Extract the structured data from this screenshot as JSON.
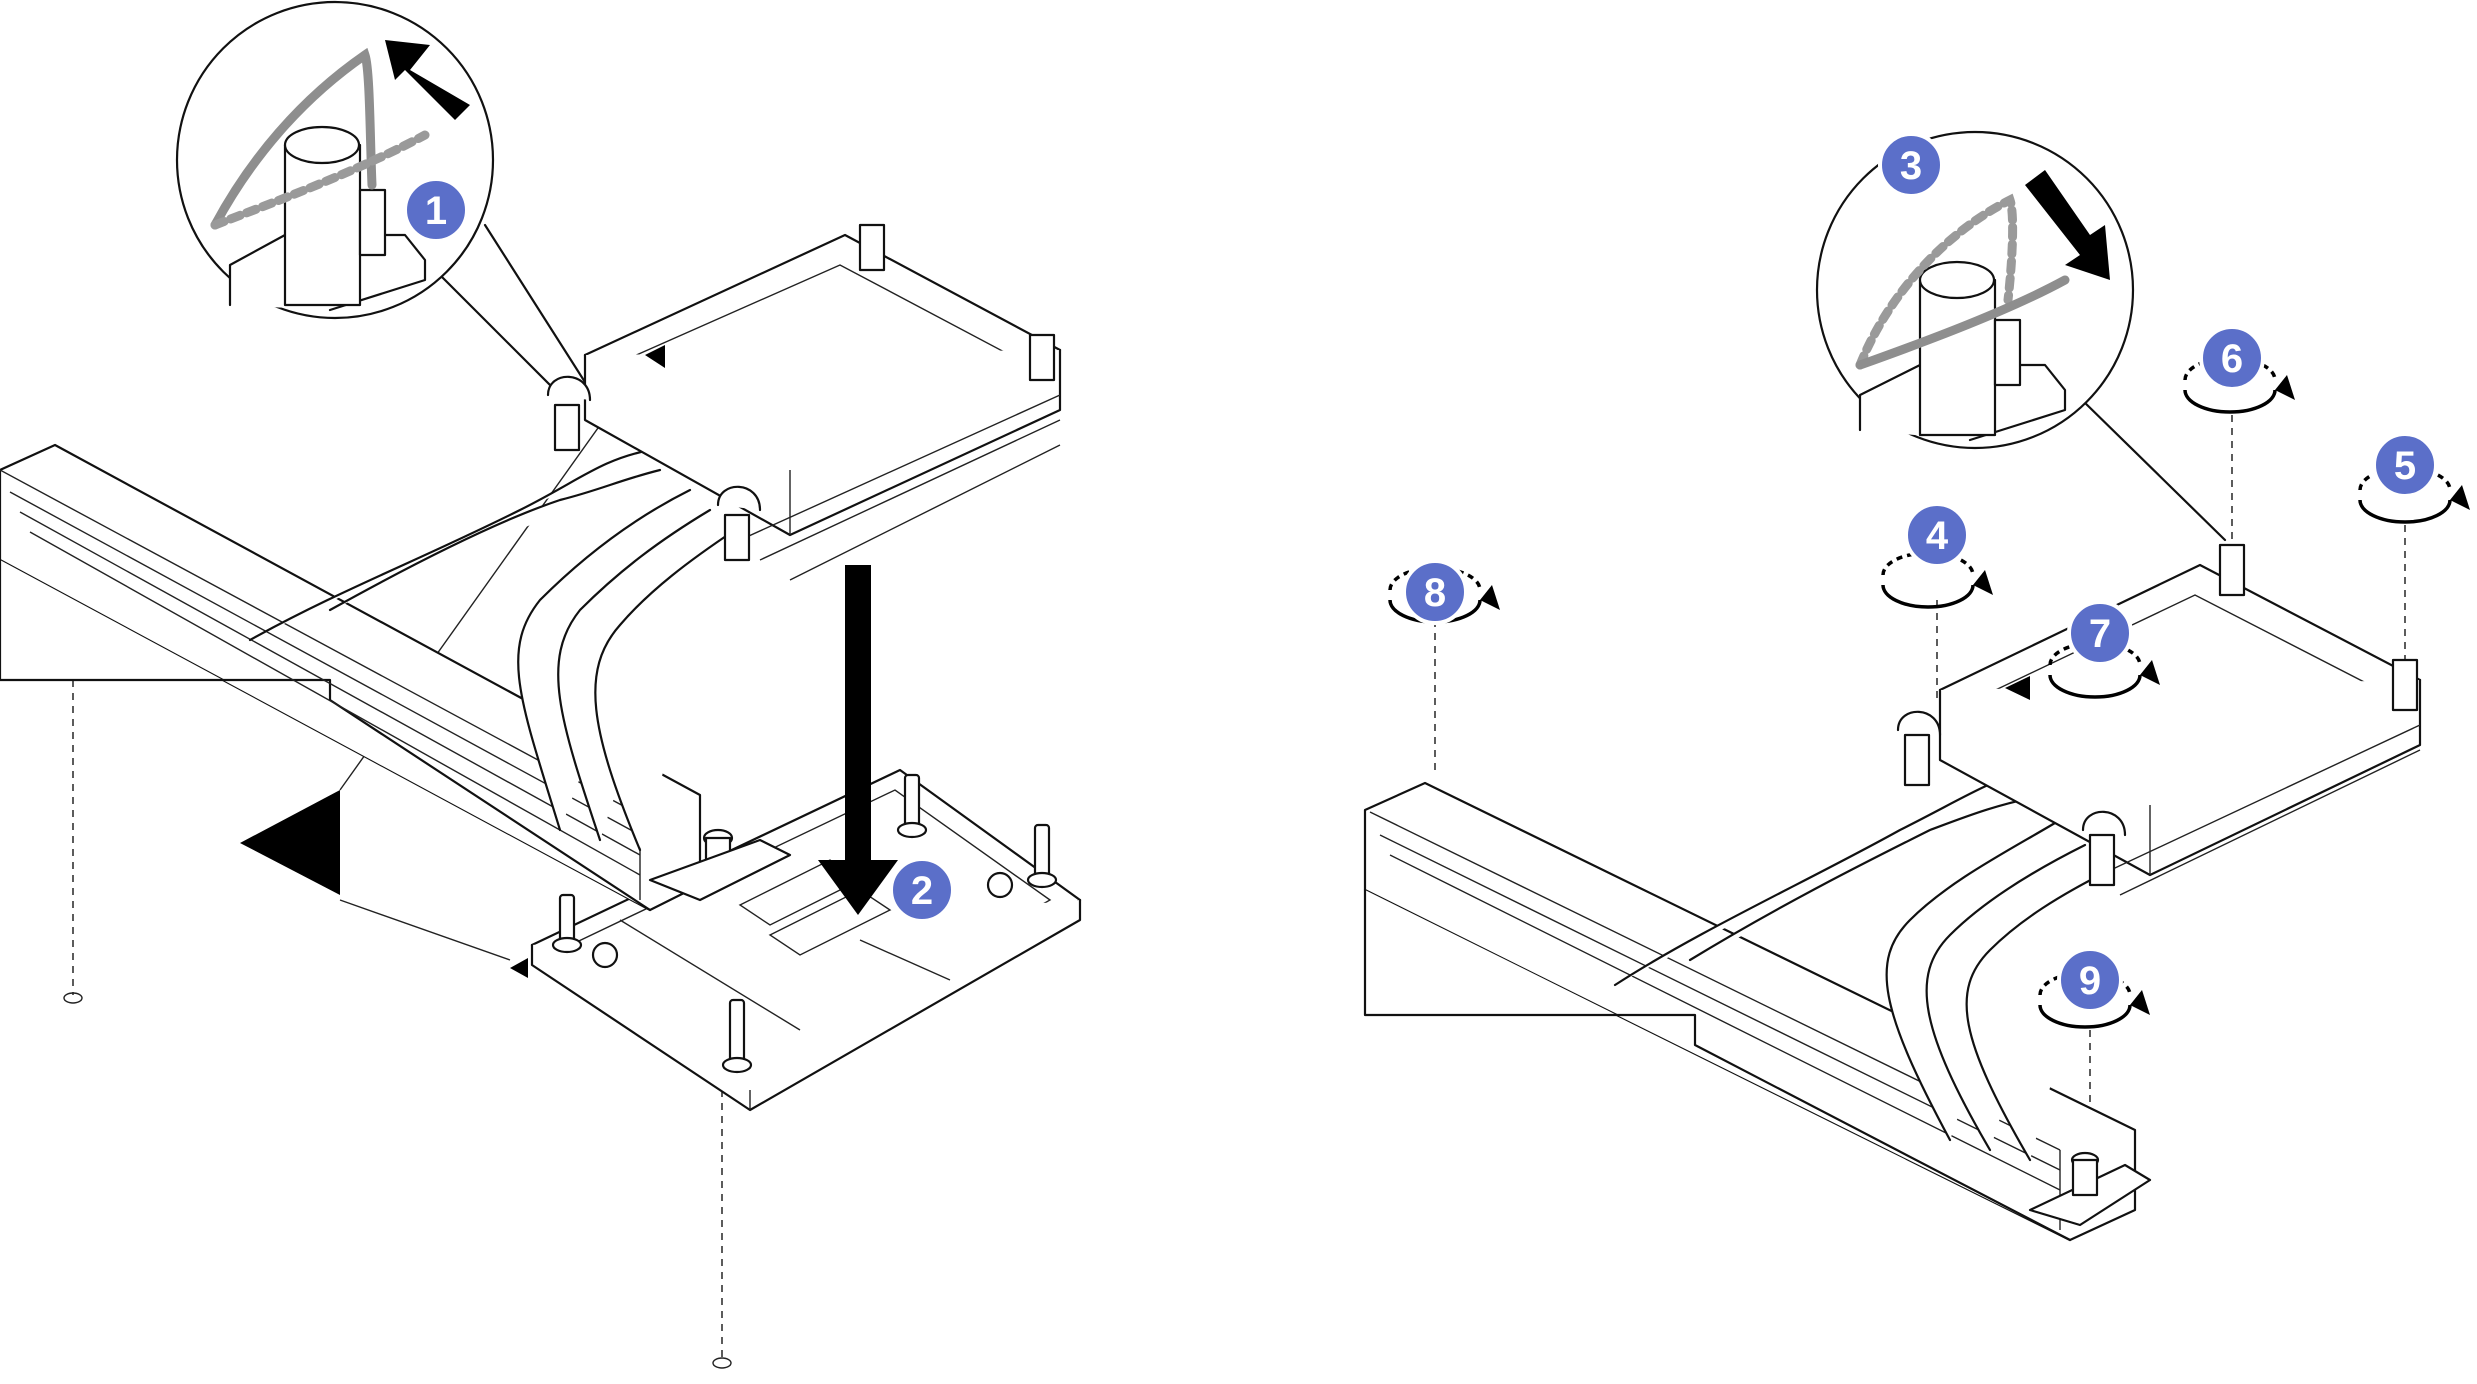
{
  "figure": {
    "title": "Processor heat sink installation",
    "callout_color": "#5b6fc9",
    "line_color": "#111111",
    "steps": [
      {
        "id": 1,
        "label": "1",
        "action": "Rotate the anti-tilt wire bail up"
      },
      {
        "id": 2,
        "label": "2",
        "action": "Lower the heat sink onto the processor socket"
      },
      {
        "id": 3,
        "label": "3",
        "action": "Rotate the anti-tilt wire bail down"
      },
      {
        "id": 4,
        "label": "4",
        "action": "Tighten Torx nut"
      },
      {
        "id": 5,
        "label": "5",
        "action": "Tighten Torx nut"
      },
      {
        "id": 6,
        "label": "6",
        "action": "Tighten Torx nut"
      },
      {
        "id": 7,
        "label": "7",
        "action": "Tighten Torx nut"
      },
      {
        "id": 8,
        "label": "8",
        "action": "Tighten screw"
      },
      {
        "id": 9,
        "label": "9",
        "action": "Tighten screw"
      }
    ]
  }
}
